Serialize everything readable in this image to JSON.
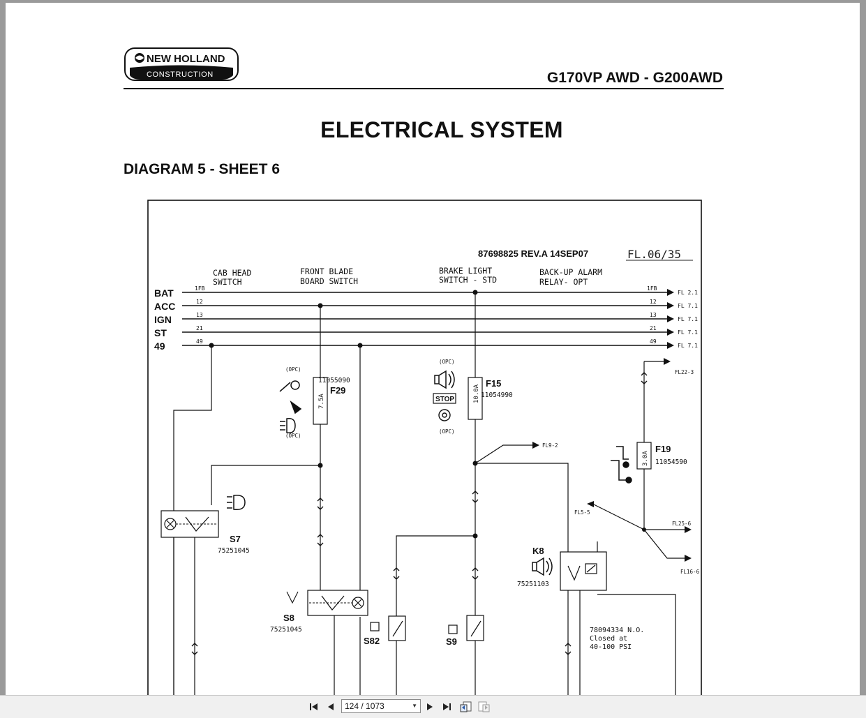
{
  "header": {
    "brand": "NEW HOLLAND",
    "brand_sub": "CONSTRUCTION",
    "model": "G170VP AWD - G200AWD"
  },
  "title": "ELECTRICAL SYSTEM",
  "subtitle": "DIAGRAM 5 - SHEET 6",
  "diagram": {
    "part_number": "87698825  REV.A  14SEP07",
    "sheet": "FL.06/35",
    "sections": [
      "CAB HEAD",
      "SWITCH",
      "FRONT BLADE",
      "BOARD SWITCH",
      "BRAKE LIGHT",
      "SWITCH - STD",
      "BACK-UP ALARM",
      "RELAY- OPT"
    ],
    "buses": [
      {
        "label": "BAT",
        "wire": "1FB",
        "ref": "FL 2.1"
      },
      {
        "label": "ACC",
        "wire": "12",
        "ref": "FL 7.1"
      },
      {
        "label": "IGN",
        "wire": "13",
        "ref": "FL 7.1"
      },
      {
        "label": "ST",
        "wire": "21",
        "ref": "FL 7.1"
      },
      {
        "label": "49",
        "wire": "49",
        "ref": "FL 7.1"
      }
    ],
    "components": [
      {
        "id": "F29",
        "part": "11055090",
        "rating": "7.5A"
      },
      {
        "id": "F15",
        "part": "11054990",
        "rating": "10.0A"
      },
      {
        "id": "F19",
        "part": "11054590",
        "rating": "3.0A"
      },
      {
        "id": "S7",
        "part": "75251045"
      },
      {
        "id": "S8",
        "part": "75251045"
      },
      {
        "id": "K8",
        "part": "75251103"
      },
      {
        "id": "S82"
      },
      {
        "id": "S9"
      }
    ],
    "note_lines": [
      "78094334 N.O.",
      "Closed at",
      "40-100 PSI"
    ],
    "opc": "(OPC)",
    "stop": "STOP",
    "refs": [
      "FL9-2",
      "FL22-3",
      "FL25-6",
      "FL16-6",
      "FL5-5"
    ]
  },
  "toolbar": {
    "page_indicator": "124 / 1073"
  }
}
